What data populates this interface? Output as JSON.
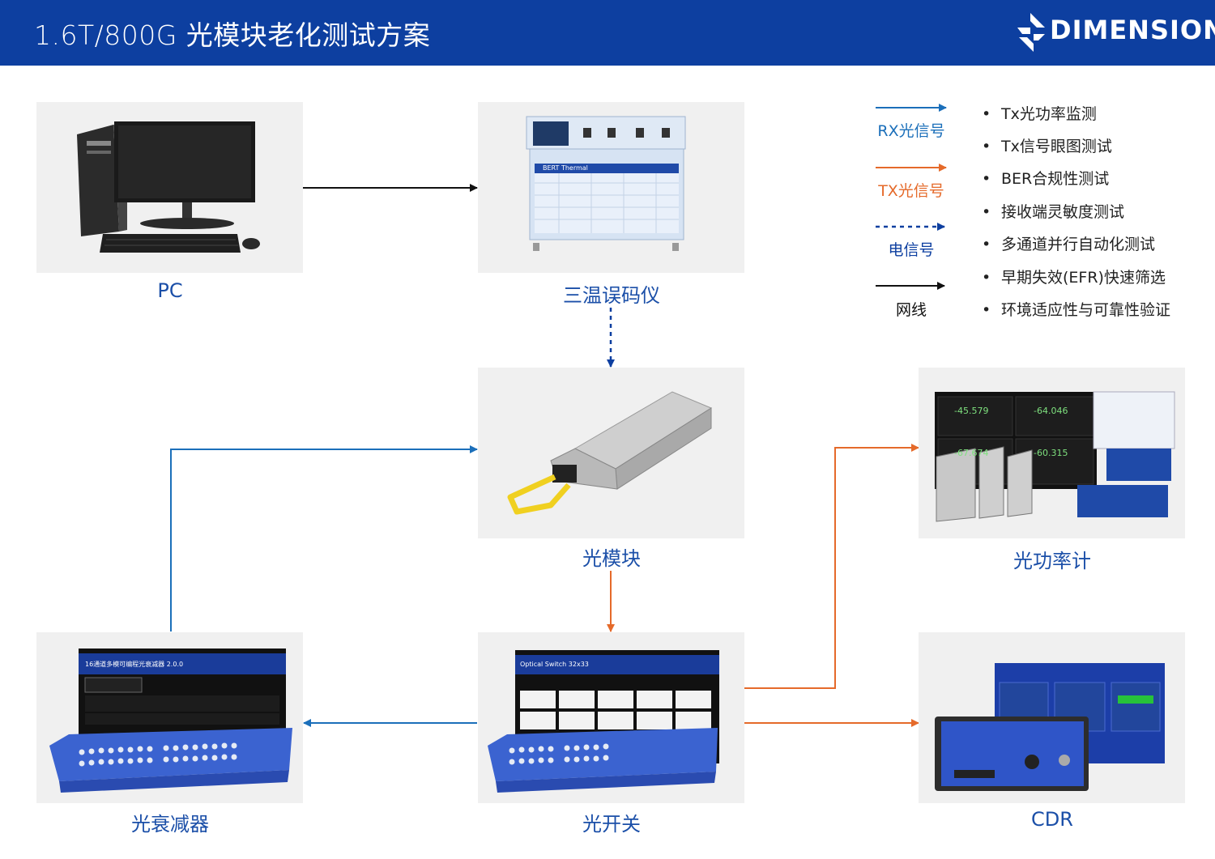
{
  "header": {
    "title": "1.6T/800G 光模块老化测试方案",
    "brand": "DIMENSION"
  },
  "nodes": {
    "pc": {
      "caption": "PC"
    },
    "bert": {
      "caption": "三温误码仪",
      "screen_text": "BERT Thermal"
    },
    "module": {
      "caption": "光模块"
    },
    "power_meter": {
      "caption": "光功率计",
      "readings": [
        "-45.579",
        "-64.046",
        "-67.674",
        "-60.315"
      ]
    },
    "attenuator": {
      "caption": "光衰减器",
      "window_title": "16通道多模可编程光衰减器 2.0.0"
    },
    "switch": {
      "caption": "光开关",
      "window_title": "Optical Switch 32x33"
    },
    "cdr": {
      "caption": "CDR"
    }
  },
  "legend": [
    {
      "label": "RX光信号",
      "color": "#1b6fba",
      "style": "solid"
    },
    {
      "label": "TX光信号",
      "color": "#e56a2a",
      "style": "solid"
    },
    {
      "label": "电信号",
      "color": "#0d3fa0",
      "style": "dashed"
    },
    {
      "label": "网线",
      "color": "#111111",
      "style": "solid"
    }
  ],
  "features": [
    "Tx光功率监测",
    "Tx信号眼图测试",
    "BER合规性测试",
    "接收端灵敏度测试",
    "多通道并行自动化测试",
    "早期失效(EFR)快速筛选",
    "环境适应性与可靠性验证"
  ],
  "colors": {
    "header_bg": "#0d3fa0",
    "rx": "#1b6fba",
    "tx": "#e56a2a",
    "electric": "#0d3fa0",
    "net": "#111111"
  }
}
